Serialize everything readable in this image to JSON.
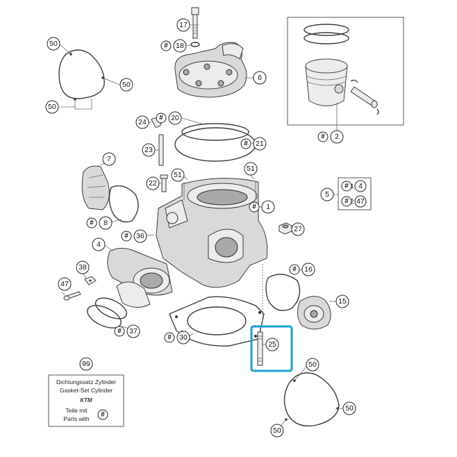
{
  "diagram": {
    "callouts": [
      {
        "id": "c17",
        "label": "17"
      },
      {
        "id": "c18",
        "label": "18",
        "hash": true
      },
      {
        "id": "c6",
        "label": "6"
      },
      {
        "id": "c50a",
        "label": "50"
      },
      {
        "id": "c50b",
        "label": "50"
      },
      {
        "id": "c50c",
        "label": "50"
      },
      {
        "id": "c2",
        "label": "2",
        "hash": true
      },
      {
        "id": "c24",
        "label": "24"
      },
      {
        "id": "c20",
        "label": "20",
        "hash": true
      },
      {
        "id": "c21",
        "label": "21",
        "hash": true
      },
      {
        "id": "c23",
        "label": "23"
      },
      {
        "id": "c7",
        "label": "7"
      },
      {
        "id": "c51a",
        "label": "51"
      },
      {
        "id": "c51b",
        "label": "51"
      },
      {
        "id": "c22",
        "label": "22"
      },
      {
        "id": "c1",
        "label": "1",
        "hash": true
      },
      {
        "id": "c8",
        "label": "8",
        "hash": true
      },
      {
        "id": "c36",
        "label": "36",
        "hash": true
      },
      {
        "id": "c27",
        "label": "27"
      },
      {
        "id": "c4",
        "label": "4"
      },
      {
        "id": "c38",
        "label": "38"
      },
      {
        "id": "c16",
        "label": "16",
        "hash": true
      },
      {
        "id": "c47a",
        "label": "47"
      },
      {
        "id": "c15",
        "label": "15"
      },
      {
        "id": "c37",
        "label": "37",
        "hash": true
      },
      {
        "id": "c30",
        "label": "30",
        "hash": true
      },
      {
        "id": "c25",
        "label": "25"
      },
      {
        "id": "c99",
        "label": "99"
      },
      {
        "id": "c50d",
        "label": "50"
      },
      {
        "id": "c50e",
        "label": "50"
      },
      {
        "id": "c50f",
        "label": "50"
      },
      {
        "id": "c5",
        "label": "5"
      }
    ],
    "kit_box": {
      "row1_left": "1",
      "row1_right": "4",
      "row2_left": "2",
      "row2_right": "47",
      "hash_symbol": "#"
    },
    "gasket_set_box": {
      "line1": "Dichtungssatz Zylinder",
      "line2": "Gasket-Set Cylinder",
      "brand": "KTM",
      "line3": "Teile mit",
      "line4": "Parts with",
      "hash_symbol": "#"
    },
    "hash_symbol": "#",
    "highlight_color": "#1a9fd5"
  }
}
